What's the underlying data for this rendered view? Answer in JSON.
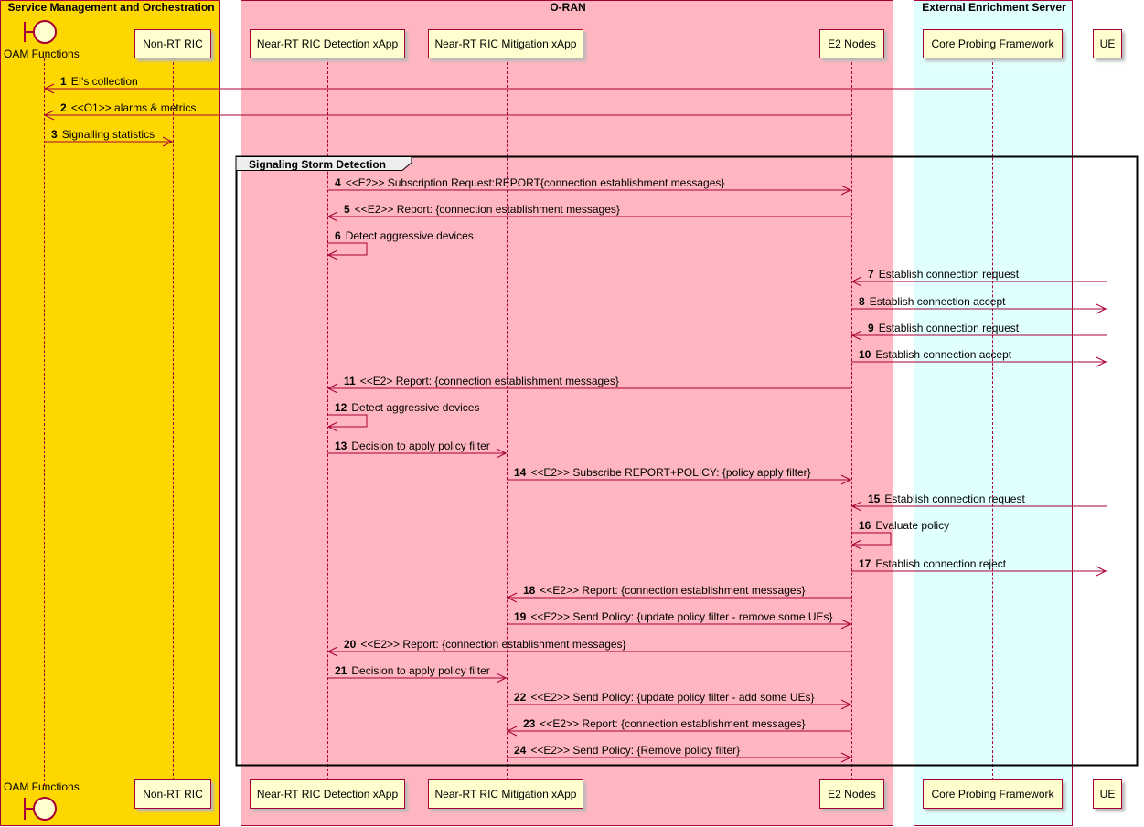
{
  "groups": {
    "smo": {
      "title": "Service Management and Orchestration",
      "color": "#FFD700"
    },
    "oran": {
      "title": "O-RAN",
      "color": "#FFB6C1"
    },
    "ees": {
      "title": "External Enrichment Server",
      "color": "#E0FFFF"
    }
  },
  "participants": {
    "oam": "OAM Functions",
    "nonrt": "Non-RT RIC",
    "detect": "Near-RT RIC Detection xApp",
    "mitig": "Near-RT RIC Mitigation xApp",
    "e2": "E2 Nodes",
    "cpf": "Core Probing Framework",
    "ue": "UE"
  },
  "fragment": {
    "label": "Signaling Storm Detection"
  },
  "messages": [
    {
      "n": "1",
      "text": "EI's collection"
    },
    {
      "n": "2",
      "text": "<<O1>> alarms & metrics"
    },
    {
      "n": "3",
      "text": "Signalling statistics"
    },
    {
      "n": "4",
      "text": "<<E2>> Subscription Request:REPORT{connection establishment messages}"
    },
    {
      "n": "5",
      "text": "<<E2>> Report: {connection establishment messages}"
    },
    {
      "n": "6",
      "text": "Detect aggressive devices"
    },
    {
      "n": "7",
      "text": "Establish connection request"
    },
    {
      "n": "8",
      "text": "Establish connection accept"
    },
    {
      "n": "9",
      "text": "Establish connection request"
    },
    {
      "n": "10",
      "text": "Establish connection accept"
    },
    {
      "n": "11",
      "text": "<<E2> Report: {connection establishment messages}"
    },
    {
      "n": "12",
      "text": "Detect aggressive devices"
    },
    {
      "n": "13",
      "text": "Decision to apply policy filter"
    },
    {
      "n": "14",
      "text": "<<E2>> Subscribe REPORT+POLICY: {policy apply filter}"
    },
    {
      "n": "15",
      "text": "Establish connection request"
    },
    {
      "n": "16",
      "text": "Evaluate policy"
    },
    {
      "n": "17",
      "text": "Establish connection reject"
    },
    {
      "n": "18",
      "text": "<<E2>> Report: {connection establishment messages}"
    },
    {
      "n": "19",
      "text": "<<E2>> Send Policy: {update policy filter - remove some UEs}"
    },
    {
      "n": "20",
      "text": "<<E2>> Report: {connection establishment messages}"
    },
    {
      "n": "21",
      "text": "Decision to apply policy filter"
    },
    {
      "n": "22",
      "text": "<<E2>> Send Policy: {update policy filter - add some UEs}"
    },
    {
      "n": "23",
      "text": "<<E2>> Report: {connection establishment messages}"
    },
    {
      "n": "24",
      "text": "<<E2>> Send Policy: {Remove policy filter}"
    }
  ],
  "colors": {
    "line": "#A80036",
    "participant_fill": "#FEFECE"
  }
}
